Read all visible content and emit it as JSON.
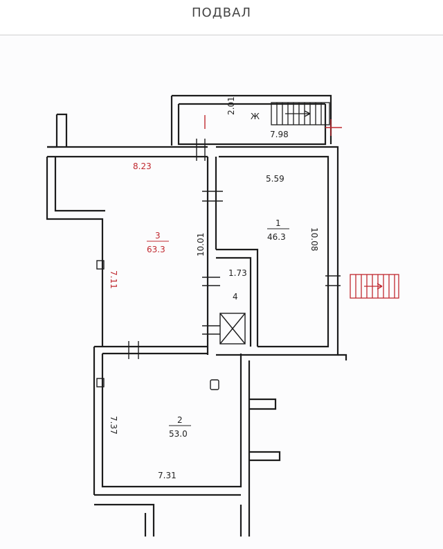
{
  "header": {
    "title": "ПОДВАЛ"
  },
  "colors": {
    "wall": "#1c1c1c",
    "accent": "#c0282f"
  },
  "rooms": [
    {
      "id": "1",
      "number": "1",
      "area": "46.3",
      "width": "5.59",
      "length": "10.08"
    },
    {
      "id": "2",
      "number": "2",
      "area": "53.0",
      "width": "7.31",
      "length": "7.37"
    },
    {
      "id": "3",
      "number": "3",
      "area": "63.3",
      "width": "8.23",
      "length": "10.01",
      "side": "7.11"
    },
    {
      "id": "4",
      "number": "4",
      "width": "1.73"
    }
  ],
  "stair_block": {
    "mark": "Ж",
    "length": "7.98",
    "height": "2.01"
  }
}
